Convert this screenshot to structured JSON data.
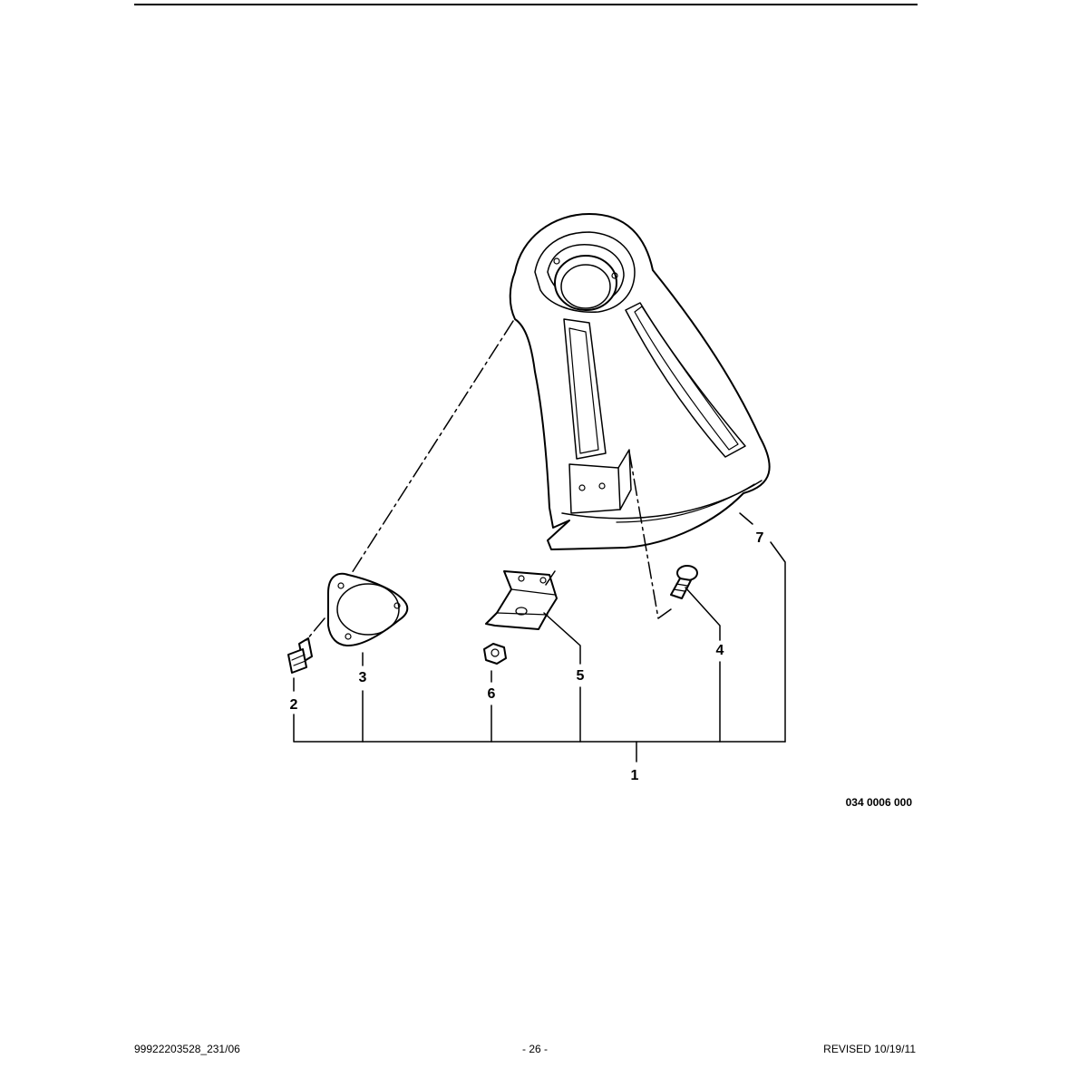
{
  "diagram": {
    "callouts": {
      "c1": "1",
      "c2": "2",
      "c3": "3",
      "c4": "4",
      "c5": "5",
      "c6": "6",
      "c7": "7"
    },
    "figure_code": "034 0006 000"
  },
  "footer": {
    "doc_id": "99922203528_231/06",
    "page": "- 26 -",
    "revised": "REVISED 10/19/11"
  }
}
